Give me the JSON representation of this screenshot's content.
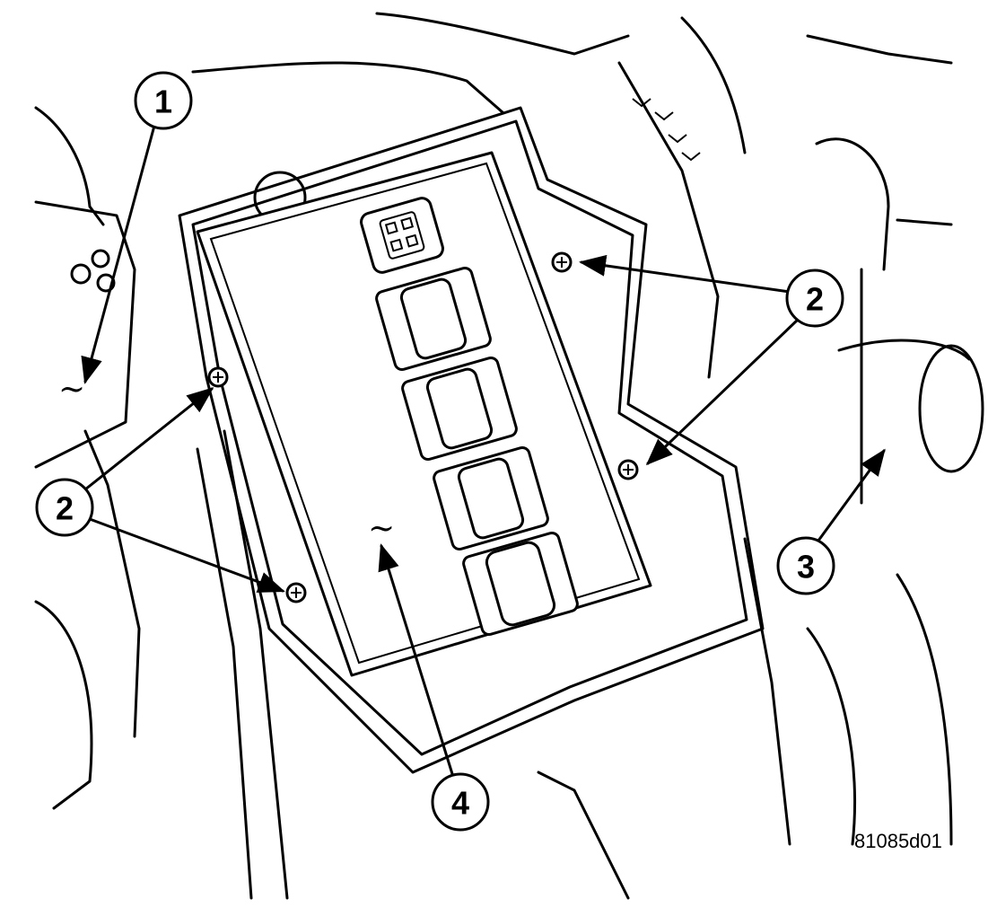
{
  "figure_id": "81085d01",
  "callouts": [
    {
      "label": "1"
    },
    {
      "label": "2"
    },
    {
      "label": "2"
    },
    {
      "label": "3"
    },
    {
      "label": "4"
    }
  ],
  "colors": {
    "line": "#000000",
    "background": "#ffffff"
  }
}
